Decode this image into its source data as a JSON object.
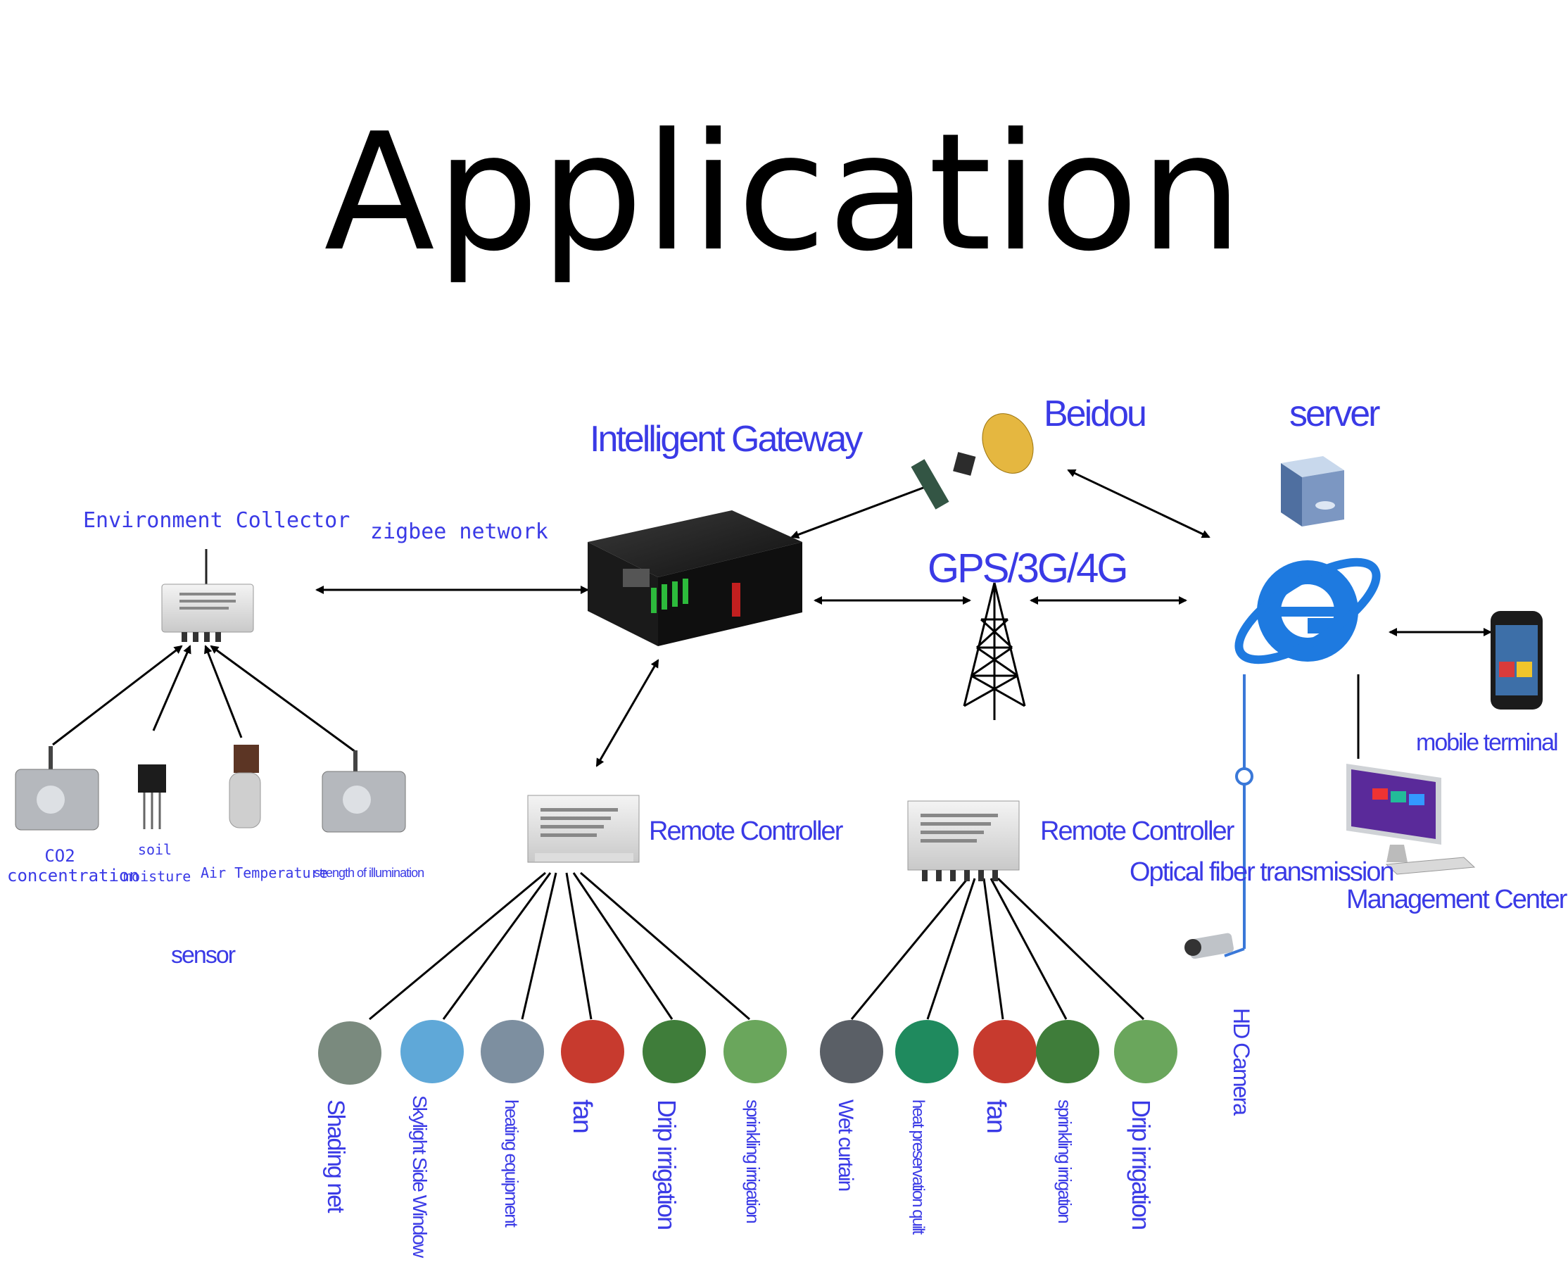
{
  "title": "Application",
  "labels": {
    "gateway": "Intelligent Gateway",
    "beidou": "Beidou",
    "server": "server",
    "env_collector": "Environment Collector",
    "zigbee": "zigbee network",
    "gps": "GPS/3G/4G",
    "remote1": "Remote Controller",
    "remote2": "Remote Controller",
    "optical": "Optical fiber transmission",
    "mobile": "mobile terminal",
    "management": "Management Center",
    "hd_camera": "HD Camera",
    "sensor_group": "sensor"
  },
  "sensors": [
    {
      "line1": "CO2",
      "line2": "concentration"
    },
    {
      "line1": "soil",
      "line2": "moisture"
    },
    {
      "line1": "Air Temperature",
      "line2": ""
    },
    {
      "line1": "strength of illumination",
      "line2": ""
    }
  ],
  "devices_left": [
    "Shading net",
    "Skylight Side Window",
    "heating equipment",
    "fan",
    "Drip irrigation",
    "sprinkling irrigation"
  ],
  "devices_right": [
    "Wet curtain",
    "heat preservation quilt",
    "fan",
    "sprinkling irrigation",
    "Drip irrigation"
  ],
  "colors": {
    "label": "#3a3ae6",
    "line": "#000000",
    "fiber": "#3a78d8",
    "ie_blue": "#1e7ae0"
  }
}
